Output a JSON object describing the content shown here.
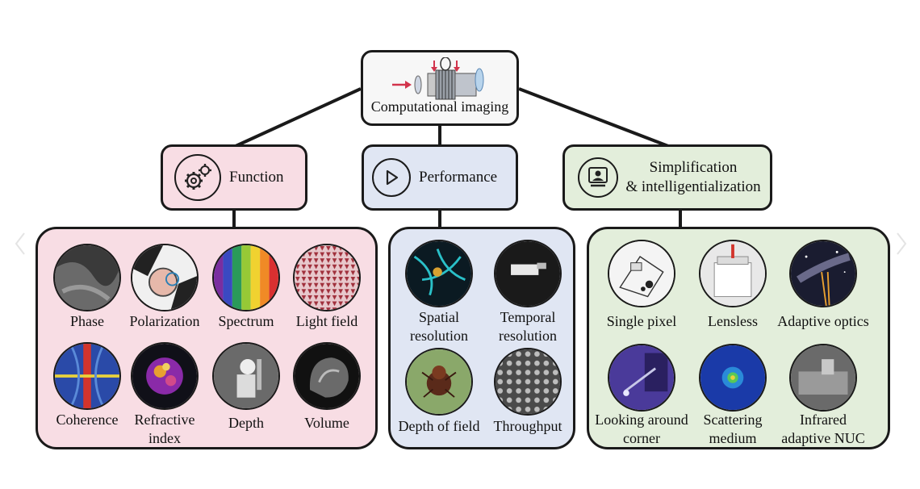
{
  "root": {
    "label": "Computational imaging",
    "icon": "lens-system-icon"
  },
  "categories": [
    {
      "label": "Function",
      "icon": "gears-icon",
      "color": "#f8dde4"
    },
    {
      "label": "Performance",
      "icon": "play-icon",
      "color": "#e0e6f3"
    },
    {
      "label": "Simplification\n& intelligentialization",
      "icon": "person-screen-icon",
      "color": "#e3eedb"
    }
  ],
  "function_items": [
    "Phase",
    "Polarization",
    "Spectrum",
    "Light field",
    "Coherence",
    "Refractive\nindex",
    "Depth",
    "Volume"
  ],
  "performance_items": [
    "Spatial\nresolution",
    "Temporal\nresolution",
    "Depth of field",
    "Throughput"
  ],
  "simplification_items": [
    "Single pixel",
    "Lensless",
    "Adaptive optics",
    "Looking around\ncorner",
    "Scattering\nmedium",
    "Infrared\nadaptive NUC"
  ]
}
